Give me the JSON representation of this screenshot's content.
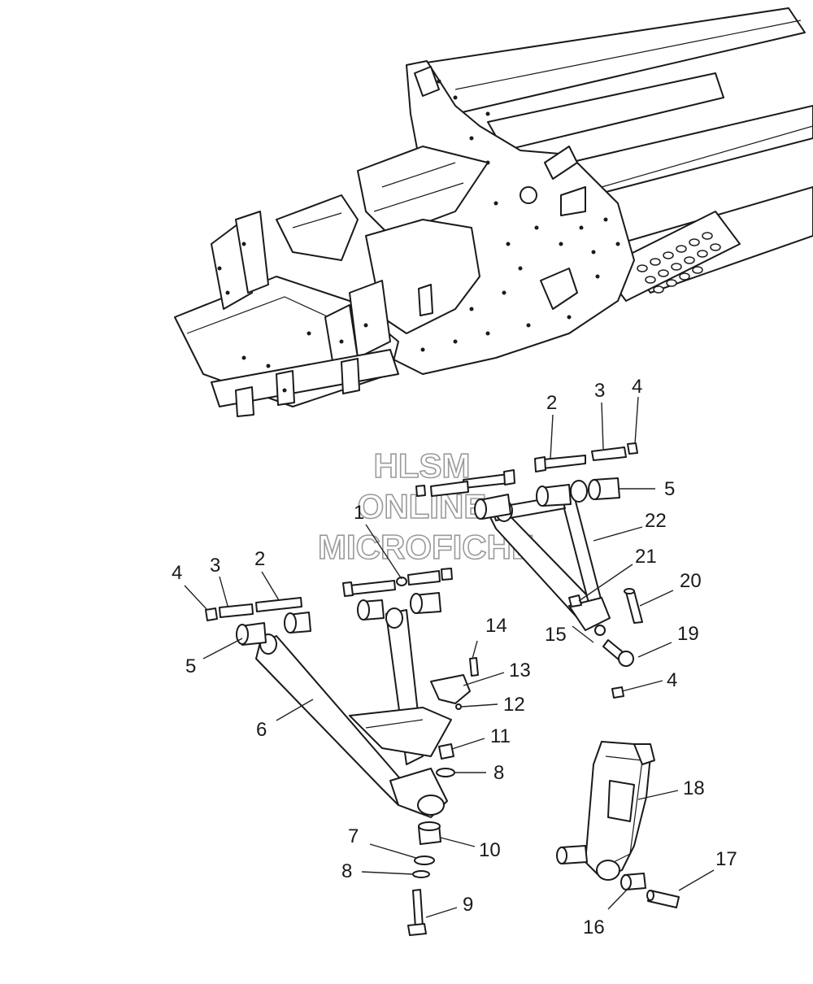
{
  "watermark": {
    "line1": "HLSM",
    "line2": "ONLINE",
    "line3": "MICROFICHE",
    "stroke_color": "#9a9a9a"
  },
  "callouts": {
    "c1": "1",
    "c2_left": "2",
    "c2_right": "2",
    "c3_left": "3",
    "c3_right": "3",
    "c4_left": "4",
    "c4_right_top": "4",
    "c4_right_bottom": "4",
    "c5_left": "5",
    "c5_right": "5",
    "c6": "6",
    "c7": "7",
    "c8_lower": "8",
    "c8_upper": "8",
    "c9": "9",
    "c10": "10",
    "c11": "11",
    "c12": "12",
    "c13": "13",
    "c14": "14",
    "c15": "15",
    "c16": "16",
    "c17": "17",
    "c18": "18",
    "c19": "19",
    "c20": "20",
    "c21": "21",
    "c22": "22"
  }
}
